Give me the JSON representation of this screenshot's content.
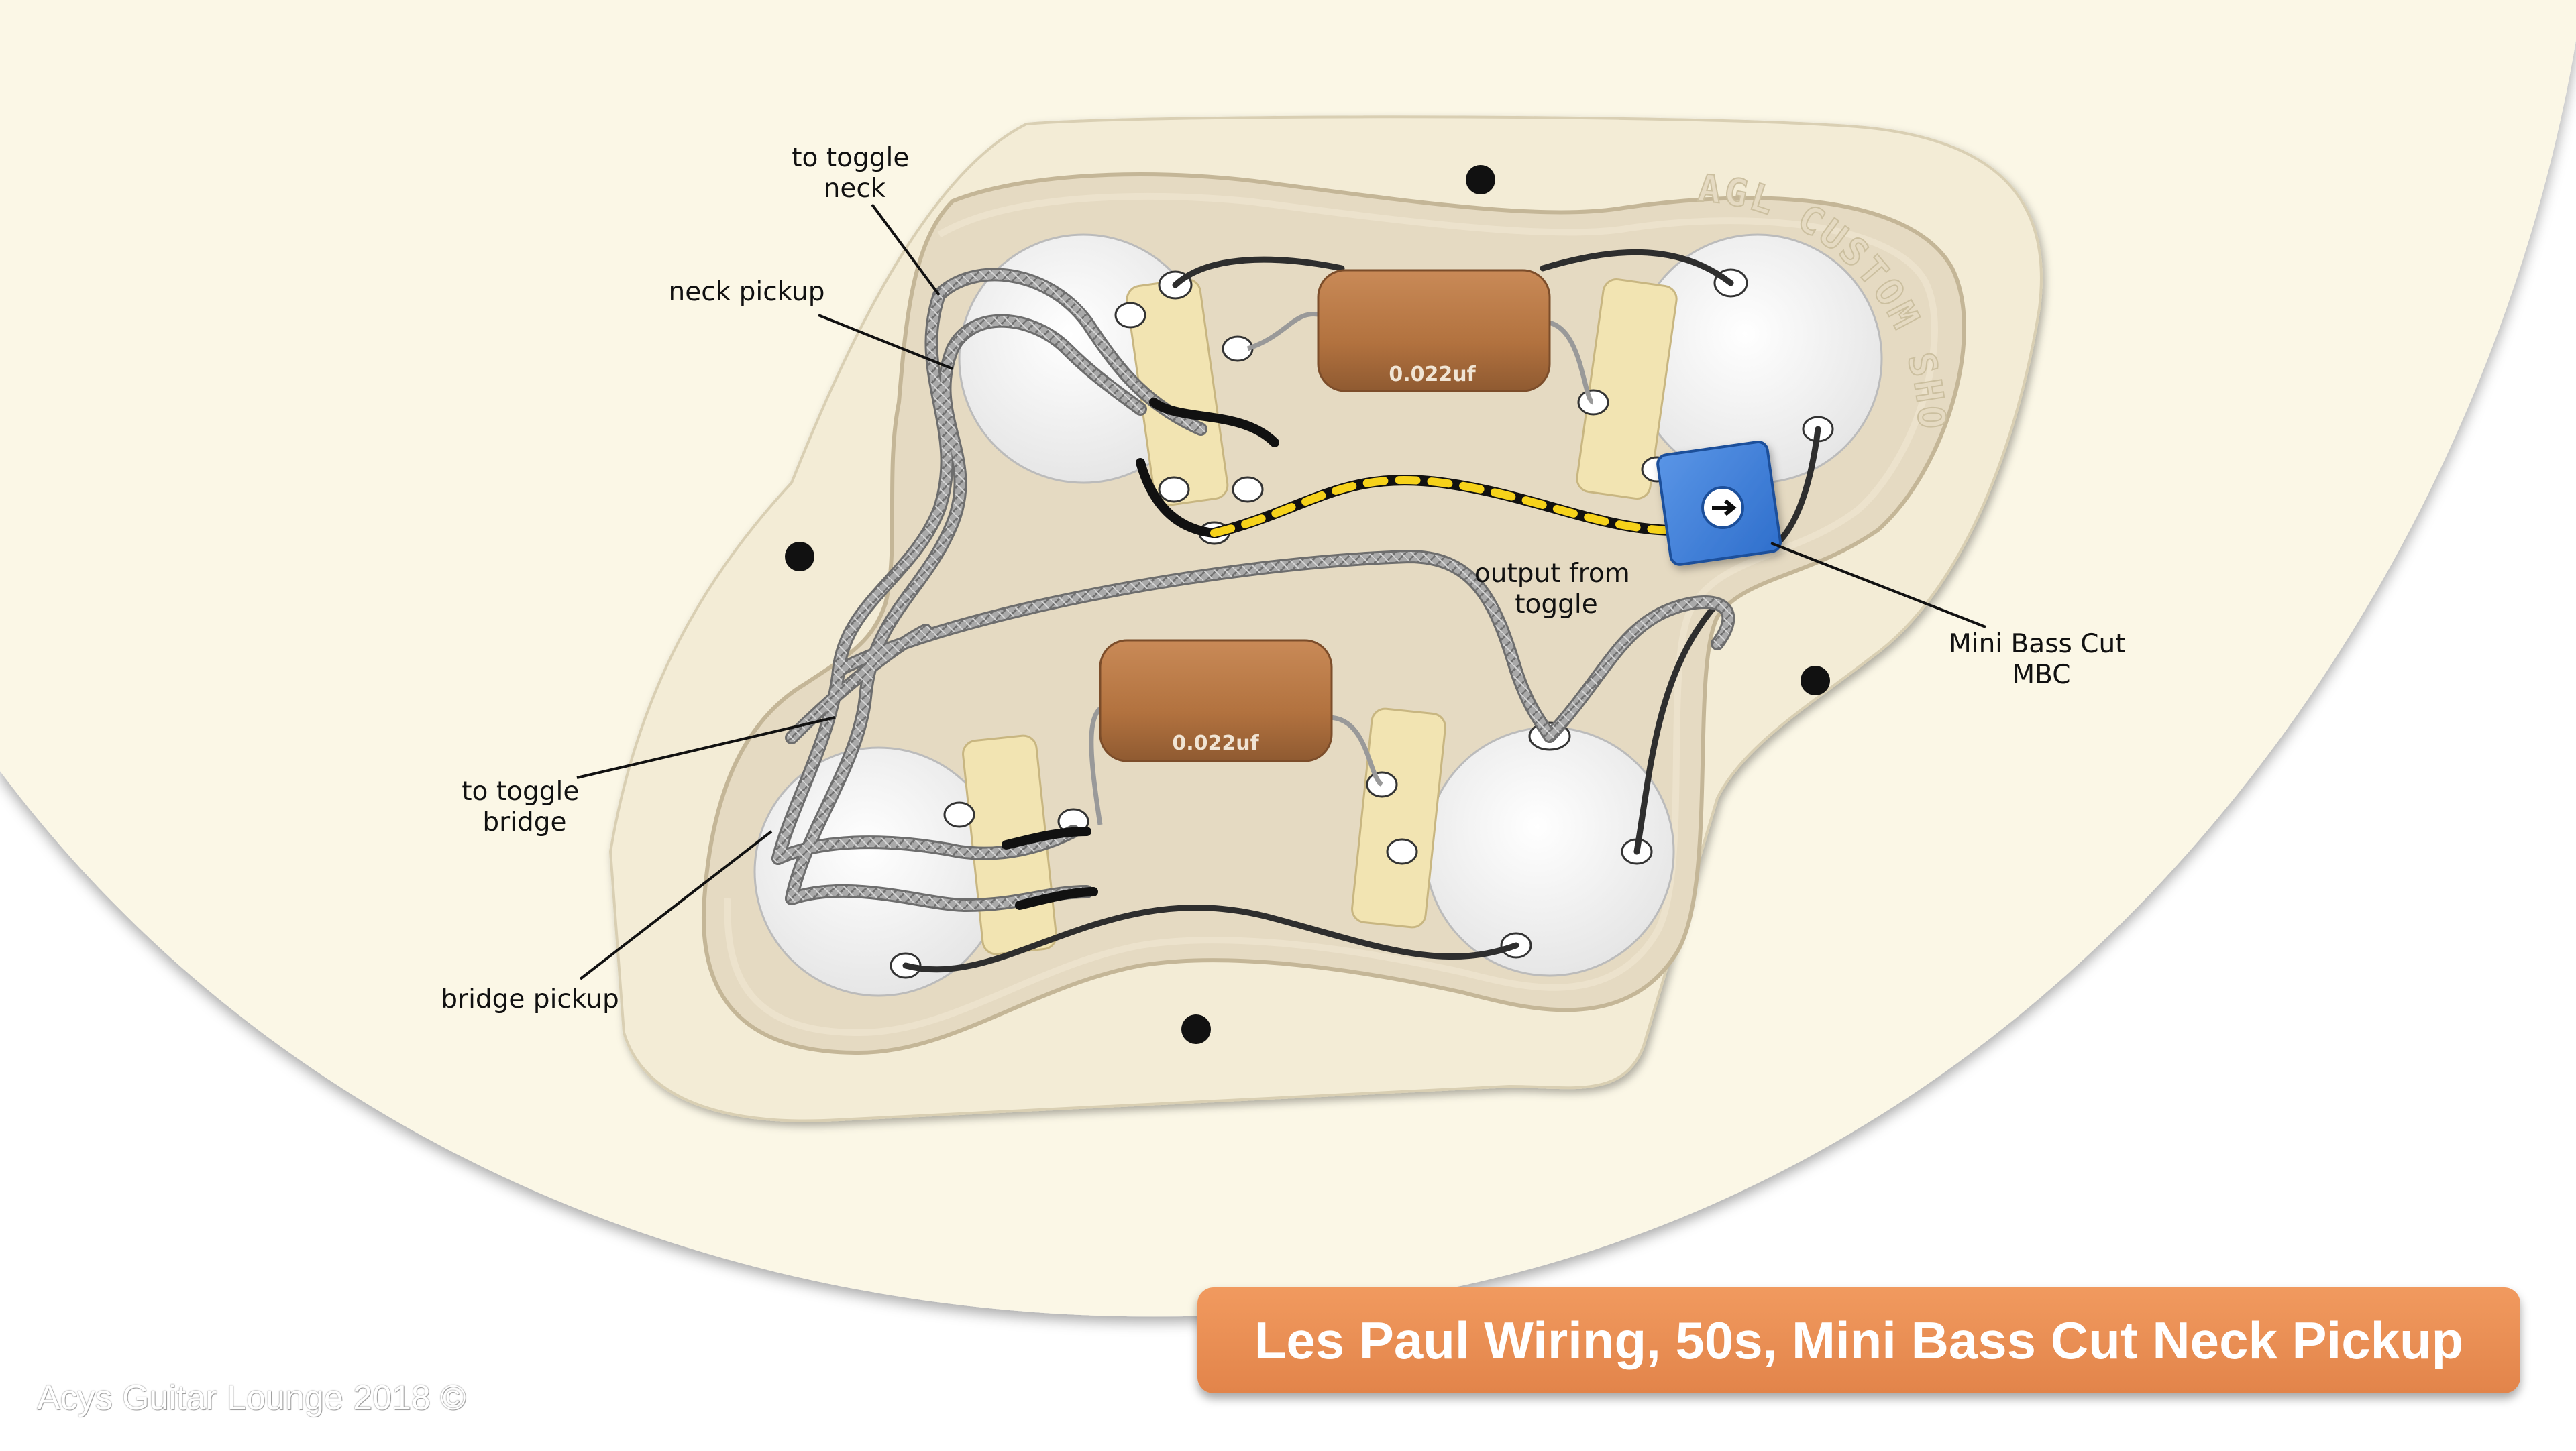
{
  "title": "Les Paul Wiring, 50s, Mini Bass Cut Neck Pickup",
  "copyright": "Acys Guitar Lounge 2018 ©",
  "stamp": "AGL CUSTOM SHOP",
  "labels": {
    "to_toggle_neck": [
      "to toggle",
      "neck"
    ],
    "neck_pickup": "neck pickup",
    "to_toggle_bridge": [
      "to toggle",
      "bridge"
    ],
    "bridge_pickup": "bridge pickup",
    "output_from_toggle": [
      "output from",
      "toggle"
    ],
    "mini_bass_cut": [
      "Mini Bass Cut",
      "MBC"
    ]
  },
  "capacitors": {
    "neck_value": "0.022uf",
    "bridge_value": "0.022uf"
  },
  "colors": {
    "body": "#fbf7e6",
    "cover": "#f3ecd6",
    "cavity": "#e5dac2",
    "pot": "#f7f7f7",
    "capacitor": "#b97a4a",
    "mbc": "#3f7fd8",
    "banner": "#e88c52",
    "yellow_wire": "#f6d21a"
  }
}
